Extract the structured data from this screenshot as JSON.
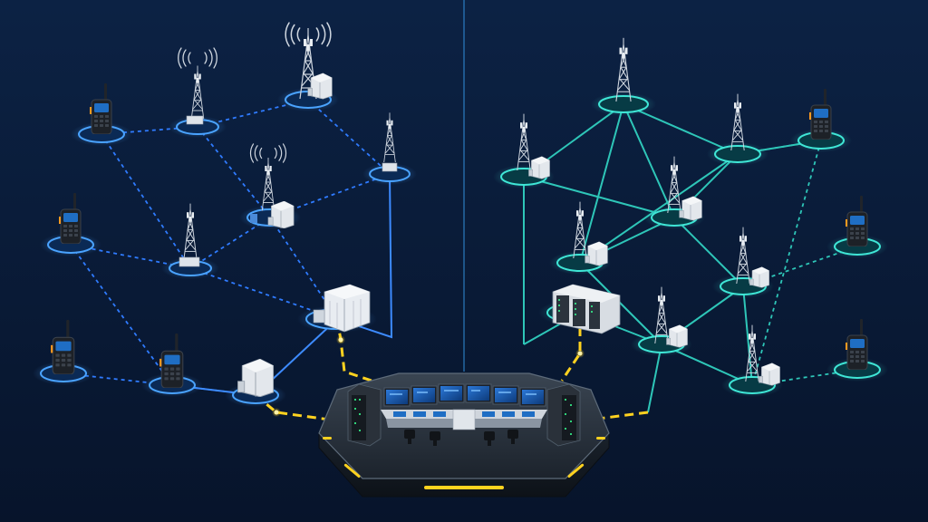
{
  "scene": {
    "left_network": {
      "style": "dashed",
      "accent": "#3d8bff",
      "link_color": "#2f7bff",
      "node_ring": "#4aa3ff",
      "nodes": [
        {
          "id": "L-radio-1",
          "kind": "radio"
        },
        {
          "id": "L-radio-2",
          "kind": "radio"
        },
        {
          "id": "L-radio-3",
          "kind": "radio"
        },
        {
          "id": "L-radio-4",
          "kind": "radio"
        },
        {
          "id": "L-tower-1",
          "kind": "tower"
        },
        {
          "id": "L-tower-2",
          "kind": "tower"
        },
        {
          "id": "L-tower-3",
          "kind": "tower"
        },
        {
          "id": "L-tower-4",
          "kind": "tower"
        },
        {
          "id": "L-tower-5",
          "kind": "tower"
        },
        {
          "id": "L-server",
          "kind": "server-room"
        },
        {
          "id": "L-cabinet",
          "kind": "cabinet"
        }
      ]
    },
    "right_network": {
      "style": "solid",
      "accent": "#39e0d0",
      "link_color": "#2ec6b8",
      "node_ring": "#3fe6d6",
      "nodes": [
        {
          "id": "R-tower-1",
          "kind": "tower"
        },
        {
          "id": "R-tower-2",
          "kind": "tower"
        },
        {
          "id": "R-tower-3",
          "kind": "tower"
        },
        {
          "id": "R-tower-4",
          "kind": "tower"
        },
        {
          "id": "R-tower-5",
          "kind": "tower"
        },
        {
          "id": "R-tower-6",
          "kind": "tower"
        },
        {
          "id": "R-tower-7",
          "kind": "tower"
        },
        {
          "id": "R-tower-8",
          "kind": "tower"
        },
        {
          "id": "R-radio-1",
          "kind": "radio"
        },
        {
          "id": "R-radio-2",
          "kind": "radio"
        },
        {
          "id": "R-radio-3",
          "kind": "radio"
        },
        {
          "id": "R-server",
          "kind": "server-rack"
        }
      ]
    },
    "control_center": {
      "kind": "dispatch-console",
      "accent": "#ffd21f",
      "monitor_count": 6,
      "rack_count": 2
    },
    "colors": {
      "background_top": "#0b1f3d",
      "background_bottom": "#081630",
      "divider": "#3aa9ff",
      "uplink": "#ffd21f"
    }
  }
}
